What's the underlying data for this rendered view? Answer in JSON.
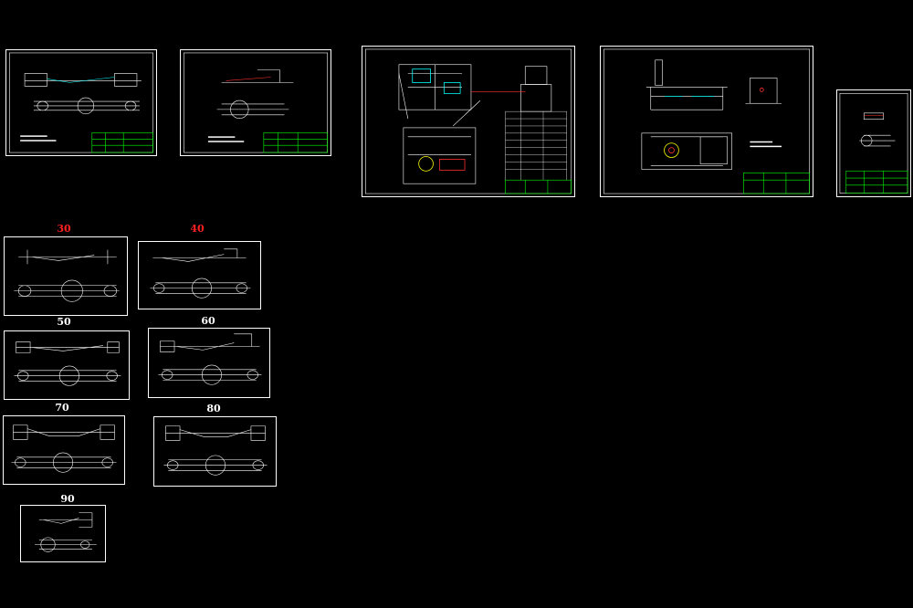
{
  "operations": [
    {
      "id": "op30",
      "label": "30",
      "highlight": true
    },
    {
      "id": "op40",
      "label": "40",
      "highlight": true
    },
    {
      "id": "op50",
      "label": "50",
      "highlight": false
    },
    {
      "id": "op60",
      "label": "60",
      "highlight": false
    },
    {
      "id": "op70",
      "label": "70",
      "highlight": false
    },
    {
      "id": "op80",
      "label": "80",
      "highlight": false
    },
    {
      "id": "op90",
      "label": "90",
      "highlight": false
    }
  ],
  "colors": {
    "background": "#000000",
    "line": "#ffffff",
    "titleblock": "#00ff00",
    "highlight_label": "#ff2020",
    "accent_red": "#ff3030",
    "accent_yellow": "#ffff00",
    "accent_cyan": "#00ffff"
  }
}
